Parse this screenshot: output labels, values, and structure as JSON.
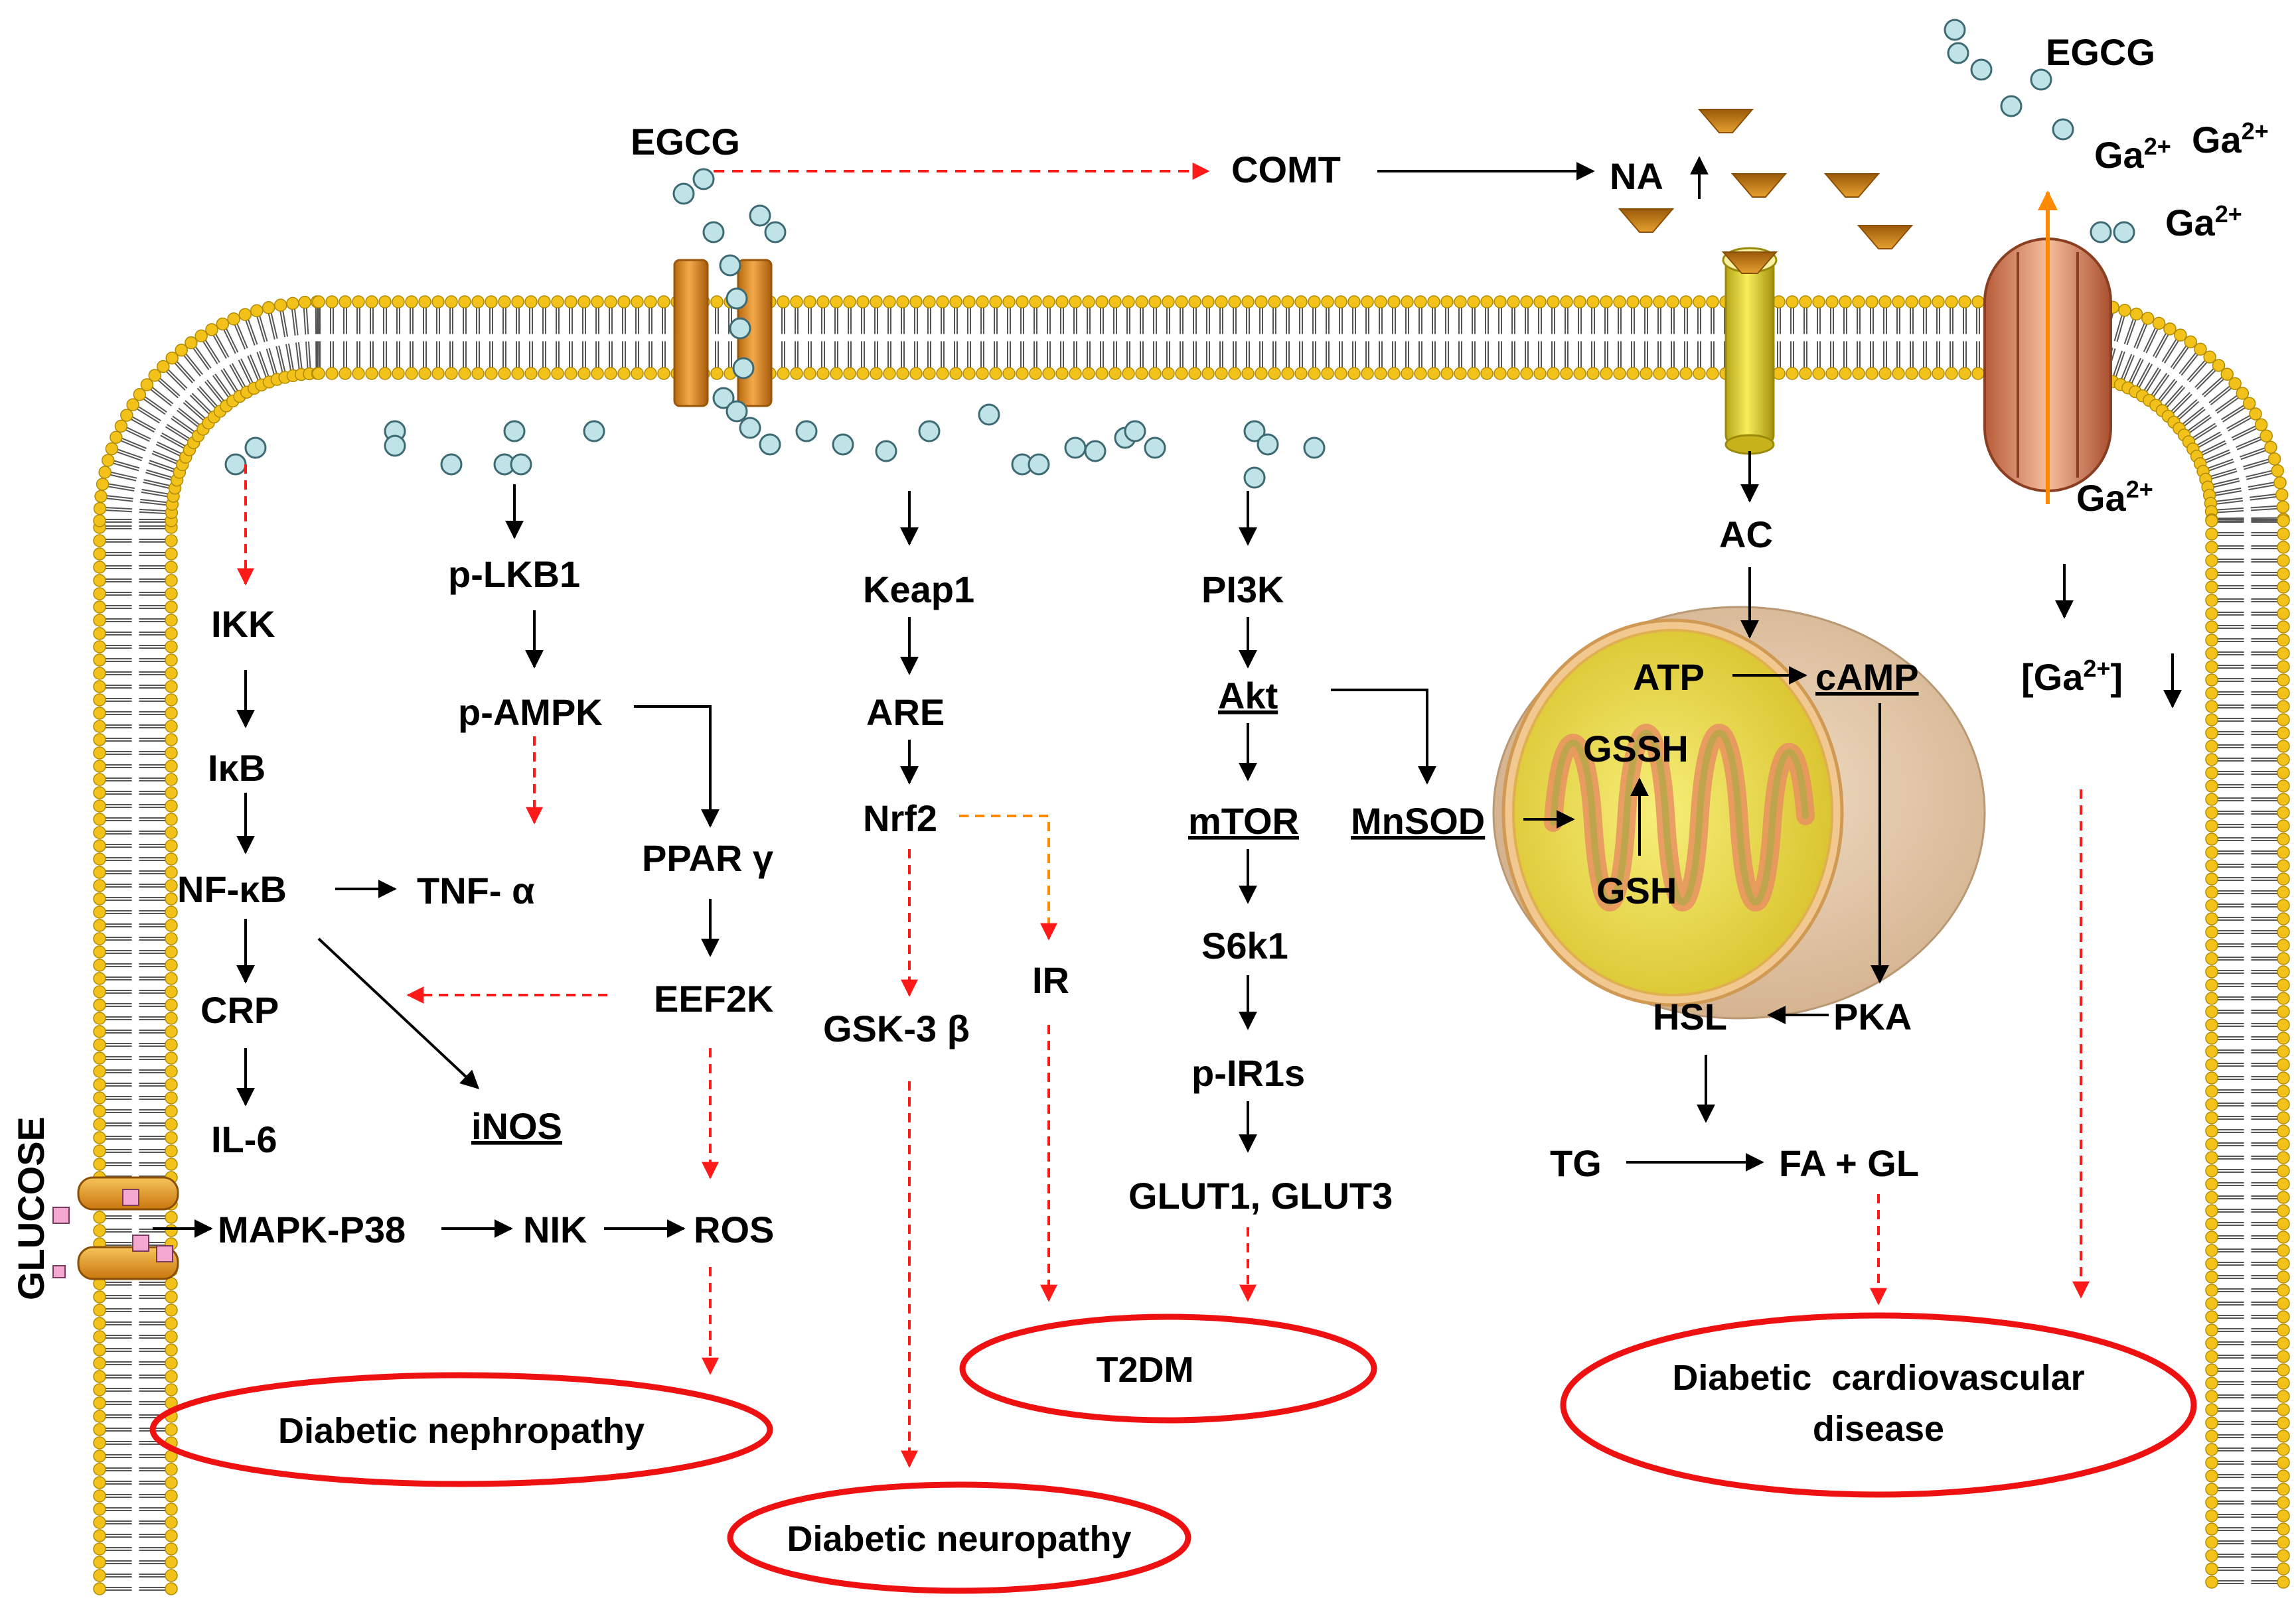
{
  "colors": {
    "membrane_head": "#f2c21b",
    "membrane_tail": "#555555",
    "molecule_fill": "#bfe3e6",
    "molecule_stroke": "#3e6a74",
    "solid_arrow": "#000000",
    "dashed_arrow": "#ff1a1a",
    "orange_arrow": "#ff8a00",
    "disease_ellipse": "#ee1111",
    "channel_orange": "#e9922c",
    "channel_yellow": "#f1e23a",
    "pump_salmon": "#e9a07a",
    "mito_outer": "#e6cdb0",
    "mito_inner": "#efe24f",
    "cone_brown": "#c87d14",
    "glucose_square": "#f4a8cf"
  },
  "labels": {
    "egcg_left": "EGCG",
    "comt": "COMT",
    "na": "NA",
    "egcg_right": "EGCG",
    "ga_top_pre": "Ga",
    "ga_top_sup": "2+",
    "ga_top2_pre": "Ga",
    "ga_top2_sup": "2+",
    "ga_mid_pre": "Ga",
    "ga_mid_sup": "2+",
    "ga_in_pre": "Ga",
    "ga_in_sup": "2+",
    "ga_conc_pre": "[Ga",
    "ga_conc_sup": "2+",
    "ga_conc_post": "]",
    "ikk": "IKK",
    "ikb": "IκB",
    "nfkb": "NF-κB",
    "tnfa": "TNF- α",
    "crp": "CRP",
    "il6": "IL-6",
    "inos": "iNOS",
    "plkb1": "p-LKB1",
    "pampk": "p-AMPK",
    "pparg": "PPAR γ",
    "eef2k": "EEF2K",
    "ros": "ROS",
    "nik": "NIK",
    "mapk": "MAPK-P38",
    "glucose": "GLUCOSE",
    "keap1": "Keap1",
    "are": "ARE",
    "nrf2": "Nrf2",
    "gsk3b": "GSK-3 β",
    "ir": "IR",
    "pi3k": "PI3K",
    "akt": "Akt",
    "mtor": "mTOR",
    "s6k1": "S6k1",
    "pir1s": "p-IR1s",
    "glut": "GLUT1, GLUT3",
    "mnsod": "MnSOD",
    "ac": "AC",
    "atp": "ATP",
    "camp": "cAMP",
    "gssh": "GSSH",
    "gsh": "GSH",
    "hsl": "HSL",
    "pka": "PKA",
    "tg": "TG",
    "fagl": "FA + GL"
  },
  "diseases": {
    "nephropathy": "Diabetic nephropathy",
    "neuropathy": "Diabetic neuropathy",
    "t2dm": "T2DM",
    "cardio_line1": "Diabetic  cardiovascular",
    "cardio_line2": "disease"
  }
}
